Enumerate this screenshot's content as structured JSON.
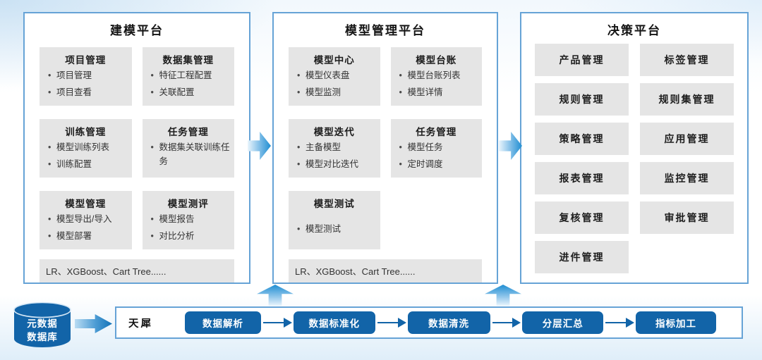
{
  "colors": {
    "accent_dark_blue": "#1264a8",
    "panel_border_blue": "#66a3d6",
    "card_gray": "#e5e5e5",
    "arrow_gradient_light": "#eaf5fc",
    "arrow_gradient_dark": "#1f8ed2"
  },
  "panels": {
    "modeling": {
      "title": "建模平台",
      "cards": [
        {
          "title": "项目管理",
          "items": [
            "项目管理",
            "项目查看"
          ]
        },
        {
          "title": "数据集管理",
          "items": [
            "特征工程配置",
            "关联配置"
          ]
        },
        {
          "title": "训练管理",
          "items": [
            "模型训练列表",
            "训练配置"
          ]
        },
        {
          "title": "任务管理",
          "items": [
            "数据集关联训练任务"
          ]
        },
        {
          "title": "模型管理",
          "items": [
            "模型导出/导入",
            "模型部署"
          ]
        },
        {
          "title": "模型测评",
          "items": [
            "模型报告",
            "对比分析"
          ]
        }
      ],
      "footer": "LR、XGBoost、Cart Tree......"
    },
    "model_management": {
      "title": "模型管理平台",
      "cards": [
        {
          "title": "模型中心",
          "items": [
            "模型仪表盘",
            "模型监测"
          ]
        },
        {
          "title": "模型台账",
          "items": [
            "模型台账列表",
            "模型详情"
          ]
        },
        {
          "title": "模型迭代",
          "items": [
            "主备模型",
            "模型对比迭代"
          ]
        },
        {
          "title": "任务管理",
          "items": [
            "模型任务",
            "定时调度"
          ]
        },
        {
          "title": "模型测试",
          "items": [
            "模型测试"
          ]
        }
      ],
      "footer": "LR、XGBoost、Cart Tree......"
    },
    "decision": {
      "title": "决策平台",
      "modules": [
        "产品管理",
        "标签管理",
        "规则管理",
        "规则集管理",
        "策略管理",
        "应用管理",
        "报表管理",
        "监控管理",
        "复核管理",
        "审批管理",
        "进件管理"
      ]
    }
  },
  "data_flow": {
    "database": {
      "line1": "元数据",
      "line2": "数据库"
    },
    "engine_label": "天犀",
    "steps": [
      "数据解析",
      "数据标准化",
      "数据清洗",
      "分层汇总",
      "指标加工"
    ]
  }
}
